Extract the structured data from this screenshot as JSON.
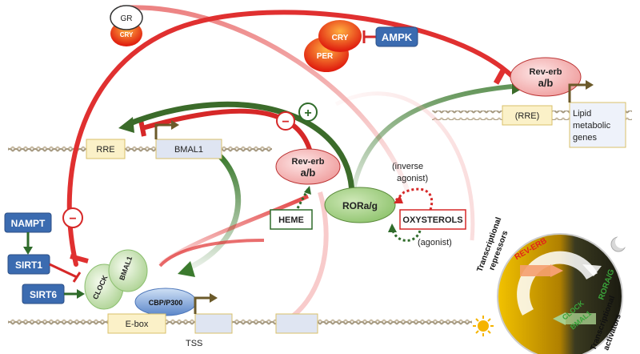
{
  "labels": {
    "gr": "GR",
    "cry_small": "CRY",
    "cry": "CRY",
    "per": "PER",
    "ampk": "AMPK",
    "reverb_right_line1": "Rev-erb",
    "reverb_right_line2": "a/b",
    "rre_right": "(RRE)",
    "lipid_line1": "Lipid",
    "lipid_line2": "metabolic",
    "lipid_line3": "genes",
    "rre": "RRE",
    "bmal1_gene": "BMAL1",
    "minus": "−",
    "plus": "+",
    "reverb_mid_line1": "Rev-erb",
    "reverb_mid_line2": "a/b",
    "inverse_line1": "(inverse",
    "inverse_line2": "agonist)",
    "heme": "HEME",
    "ror": "RORa/g",
    "oxysterols": "OXYSTEROLS",
    "agonist": "(agonist)",
    "nampt": "NAMPT",
    "sirt1": "SIRT1",
    "sirt6": "SIRT6",
    "clock": "CLOCK",
    "bmal1_protein": "BMAL1",
    "cbp": "CBP/P300",
    "ebox": "E-box",
    "tss": "TSS",
    "repressors_line1": "Transcriptional",
    "repressors_line2": "repressors",
    "activators_line1": "Transcriptional",
    "activators_line2": "activators",
    "wheel_reverb": "REV-ERB",
    "wheel_ror": "RORA/G",
    "wheel_clock": "CLOCK",
    "wheel_bmal1": "BMAL1"
  },
  "colors": {
    "red": "#d62828",
    "green": "#2f6b2a",
    "blue": "#3b6bb0",
    "dna": "#b8a88a"
  }
}
